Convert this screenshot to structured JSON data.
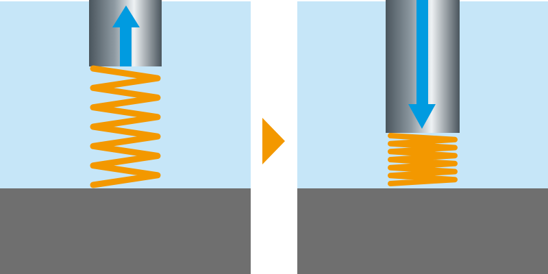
{
  "colors": {
    "background": "#ffffff",
    "sky": "#c6e6f8",
    "ground": "#6f6f6f",
    "spring": "#f39800",
    "arrow": "#009be0",
    "step_arrow": "#f39800",
    "piston_dark": "#4a555d",
    "piston_mid": "#8e9aa2",
    "piston_light": "#eef2f4"
  },
  "panels": [
    {
      "state": "extended",
      "arrow_direction": "up",
      "arrow_icon": "arrow-up-icon",
      "spring_icon": "coil-spring-icon",
      "spring_state": "expanded"
    },
    {
      "state": "compressed",
      "arrow_direction": "down",
      "arrow_icon": "arrow-down-icon",
      "spring_icon": "coil-spring-icon",
      "spring_state": "compressed"
    }
  ],
  "transition_icon": "play-triangle-icon"
}
